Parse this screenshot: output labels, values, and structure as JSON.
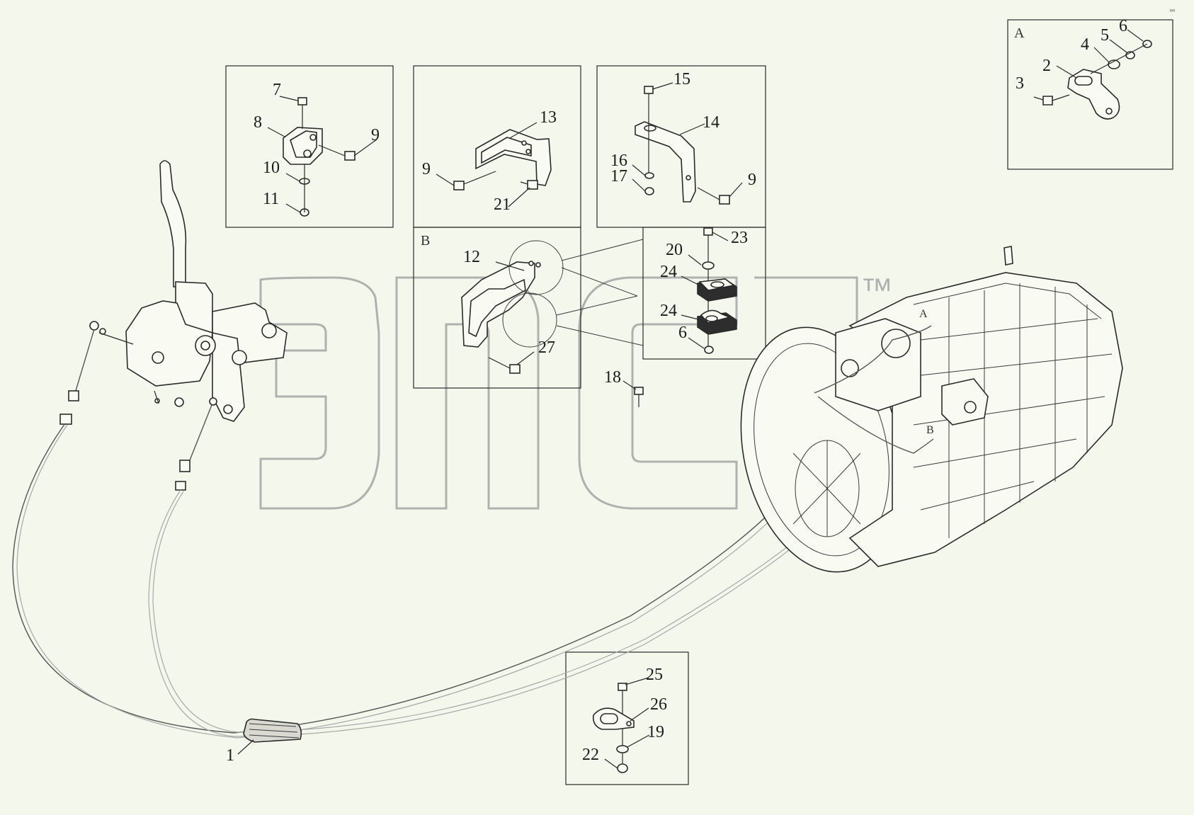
{
  "watermark": {
    "text": "эпсл",
    "mark": "™"
  },
  "detail_boxes": {
    "A": {
      "label": "A"
    },
    "B": {
      "label": "B"
    }
  },
  "callouts": [
    {
      "id": "c1",
      "text": "1"
    },
    {
      "id": "c2",
      "text": "2"
    },
    {
      "id": "c3",
      "text": "3"
    },
    {
      "id": "c4",
      "text": "4"
    },
    {
      "id": "c5",
      "text": "5"
    },
    {
      "id": "c6a",
      "text": "6"
    },
    {
      "id": "c6b",
      "text": "6"
    },
    {
      "id": "c7",
      "text": "7"
    },
    {
      "id": "c8",
      "text": "8"
    },
    {
      "id": "c9a",
      "text": "9"
    },
    {
      "id": "c9b",
      "text": "9"
    },
    {
      "id": "c9c",
      "text": "9"
    },
    {
      "id": "c10",
      "text": "10"
    },
    {
      "id": "c11",
      "text": "11"
    },
    {
      "id": "c12",
      "text": "12"
    },
    {
      "id": "c13",
      "text": "13"
    },
    {
      "id": "c14",
      "text": "14"
    },
    {
      "id": "c15",
      "text": "15"
    },
    {
      "id": "c16",
      "text": "16"
    },
    {
      "id": "c17",
      "text": "17"
    },
    {
      "id": "c18",
      "text": "18"
    },
    {
      "id": "c19",
      "text": "19"
    },
    {
      "id": "c20",
      "text": "20"
    },
    {
      "id": "c21",
      "text": "21"
    },
    {
      "id": "c22",
      "text": "22"
    },
    {
      "id": "c23",
      "text": "23"
    },
    {
      "id": "c24a",
      "text": "24"
    },
    {
      "id": "c24b",
      "text": "24"
    },
    {
      "id": "c25",
      "text": "25"
    },
    {
      "id": "c26",
      "text": "26"
    },
    {
      "id": "c27",
      "text": "27"
    }
  ],
  "gearbox_markers": {
    "a": "A",
    "b": "B"
  },
  "corner_mark": "ᵒᵒ"
}
